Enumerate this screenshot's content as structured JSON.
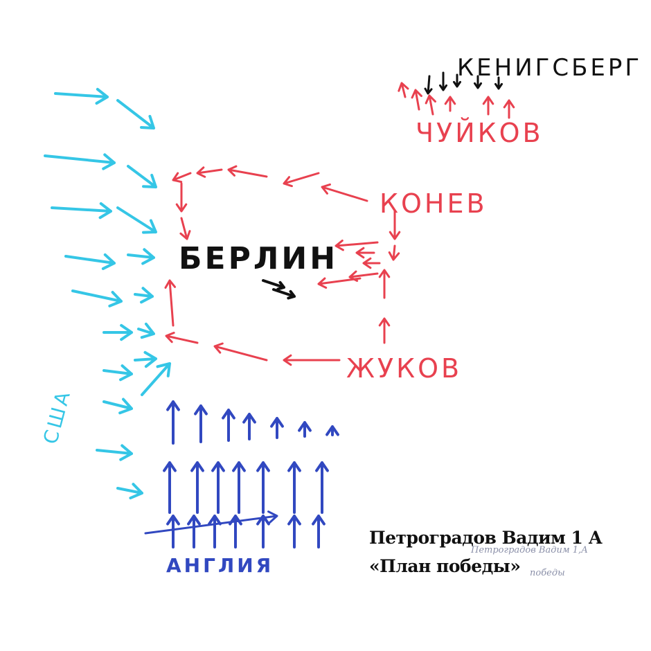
{
  "drawing": {
    "labels": {
      "konigsberg": "КЕНИГСБЕРГ",
      "chuikov": "ЧУЙКОВ",
      "konev": "КОНЕВ",
      "berlin": "БЕРЛИН",
      "zhukov": "ЖУКОВ",
      "usa": "США",
      "england": "АНГЛИЯ"
    },
    "colors": {
      "usa": "#35c6e6",
      "soviet": "#e8414f",
      "england": "#3148c0",
      "city": "#111111"
    }
  },
  "caption": {
    "author": "Петроградов Вадим 1 А",
    "title": "«План победы»"
  },
  "pencil_note": {
    "line1": "Петроградов Вадим 1,А",
    "line2": "победы"
  }
}
